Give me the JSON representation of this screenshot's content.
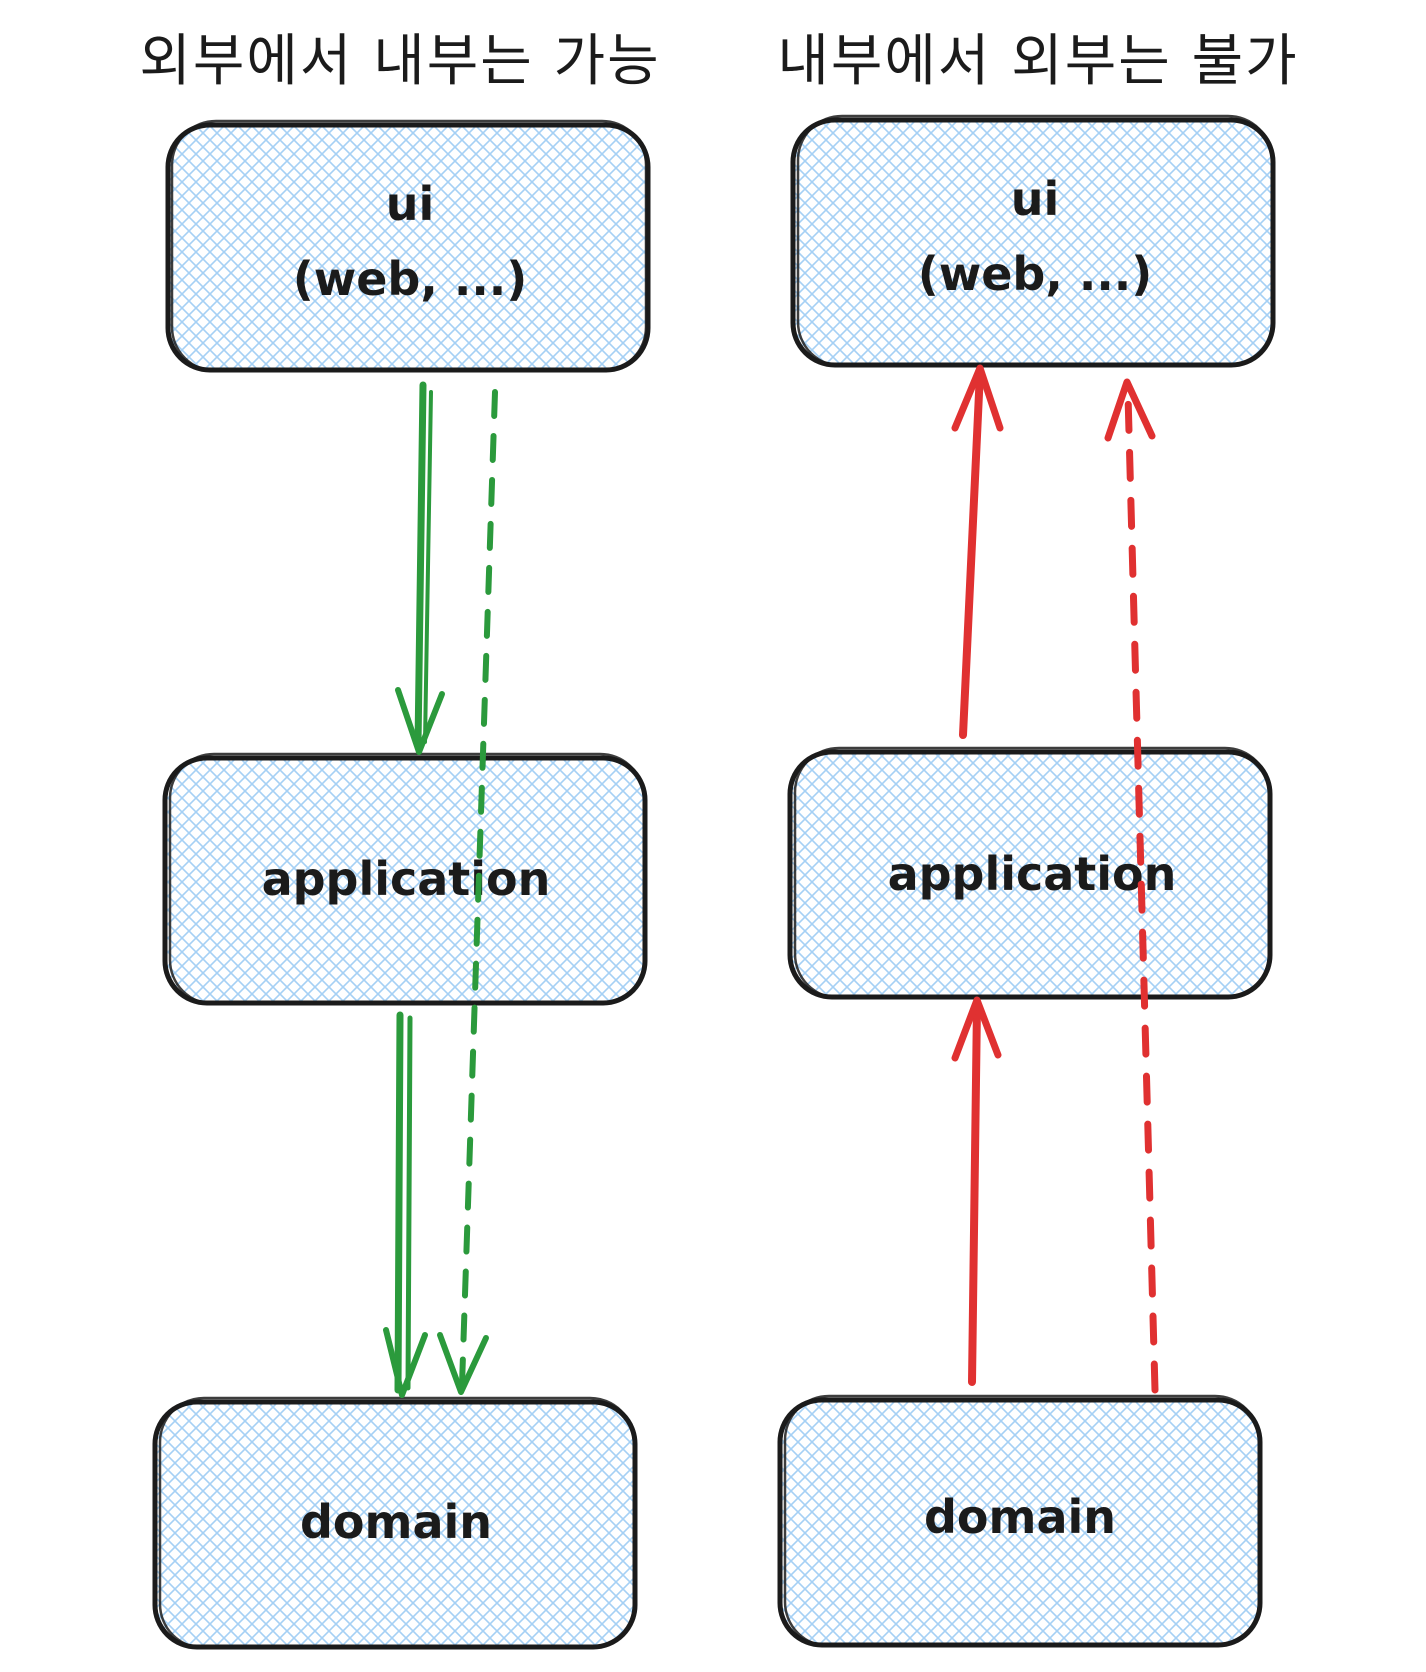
{
  "colors": {
    "allowed": "#2b9a3c",
    "forbidden": "#e03131",
    "box_fill": "#a5d0f5",
    "box_stroke": "#1b1b1b"
  },
  "left": {
    "heading": "외부에서 내부는 가능",
    "boxes": {
      "ui_line1": "ui",
      "ui_line2": "(web, ...)",
      "application": "application",
      "domain": "domain"
    }
  },
  "right": {
    "heading": "내부에서 외부는 불가",
    "boxes": {
      "ui_line1": "ui",
      "ui_line2": "(web, ...)",
      "application": "application",
      "domain": "domain"
    }
  }
}
